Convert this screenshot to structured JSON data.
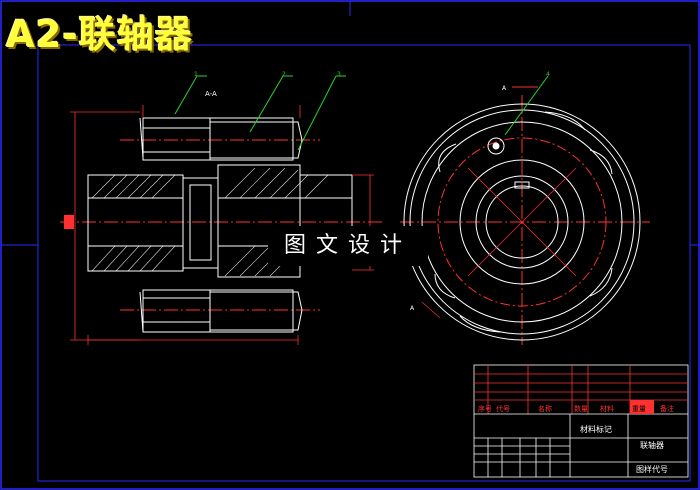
{
  "title": "A2-联轴器",
  "watermark": "图文设计",
  "section_label": "A-A",
  "view_label": "A",
  "callouts": [
    "1",
    "2",
    "3",
    "4"
  ],
  "title_block": {
    "part_name": "联轴器",
    "material_mark": "材料标记",
    "drawing_code": "图样代号",
    "bom_headers": [
      "序号",
      "代号",
      "名称",
      "数量",
      "材料",
      "重量",
      "备注"
    ]
  },
  "colors": {
    "background": "#000000",
    "border": "#2a2aff",
    "geometry": "#ffffff",
    "centerline": "#ff3030",
    "dimension": "#ff3030",
    "leader": "#28d228",
    "title": "#ffff3c"
  }
}
